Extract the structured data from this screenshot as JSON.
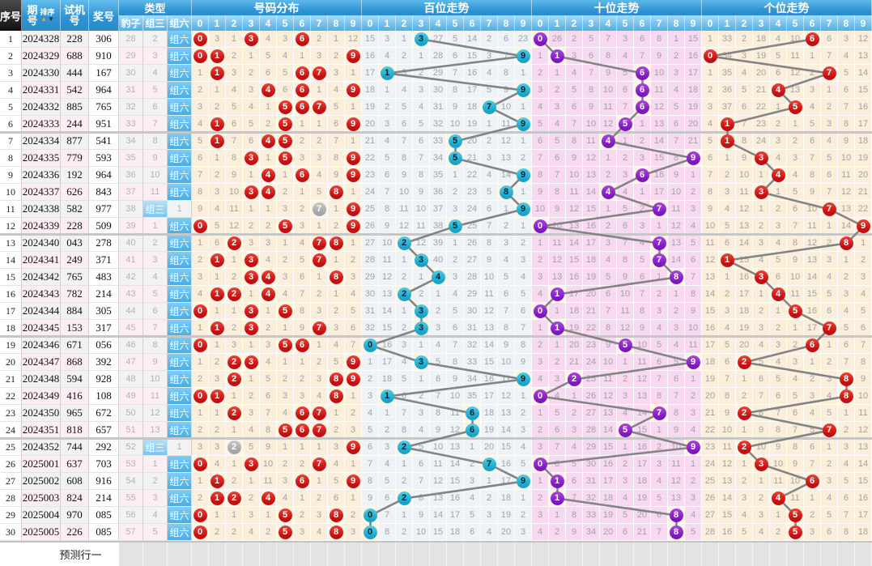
{
  "header": {
    "seq": "序号",
    "issue": "期号",
    "sort": "排序",
    "sort_up": "▲",
    "sort_down": "▼",
    "test": "试机号",
    "test_lines": [
      "试机",
      "号"
    ],
    "issue_lines": [
      "期",
      "号"
    ],
    "prize": "奖号",
    "type": "类型",
    "type_cols": [
      "豹子",
      "组三",
      "组六"
    ],
    "digits": [
      "0",
      "1",
      "2",
      "3",
      "4",
      "5",
      "6",
      "7",
      "8",
      "9"
    ],
    "sections": [
      {
        "key": "dist",
        "title": "号码分布"
      },
      {
        "key": "bai",
        "title": "百位走势"
      },
      {
        "key": "shi",
        "title": "十位走势"
      },
      {
        "key": "ge",
        "title": "个位走势"
      }
    ]
  },
  "rows": [
    {
      "seq": "1",
      "issue": "2024328",
      "test": "228",
      "prize": "306",
      "type": "组六"
    },
    {
      "seq": "2",
      "issue": "2024329",
      "test": "688",
      "prize": "910",
      "type": "组六"
    },
    {
      "seq": "3",
      "issue": "2024330",
      "test": "444",
      "prize": "167",
      "type": "组六"
    },
    {
      "seq": "4",
      "issue": "2024331",
      "test": "542",
      "prize": "964",
      "type": "组六"
    },
    {
      "seq": "5",
      "issue": "2024332",
      "test": "885",
      "prize": "765",
      "type": "组六"
    },
    {
      "seq": "6",
      "issue": "2024333",
      "test": "244",
      "prize": "951",
      "type": "组六"
    },
    {
      "seq": "7",
      "issue": "2024334",
      "test": "877",
      "prize": "541",
      "type": "组六"
    },
    {
      "seq": "8",
      "issue": "2024335",
      "test": "779",
      "prize": "593",
      "type": "组六"
    },
    {
      "seq": "9",
      "issue": "2024336",
      "test": "192",
      "prize": "964",
      "type": "组六"
    },
    {
      "seq": "10",
      "issue": "2024337",
      "test": "626",
      "prize": "843",
      "type": "组六"
    },
    {
      "seq": "11",
      "issue": "2024338",
      "test": "582",
      "prize": "977",
      "type": "组三"
    },
    {
      "seq": "12",
      "issue": "2024339",
      "test": "228",
      "prize": "509",
      "type": "组六"
    },
    {
      "seq": "13",
      "issue": "2024340",
      "test": "043",
      "prize": "278",
      "type": "组六"
    },
    {
      "seq": "14",
      "issue": "2024341",
      "test": "249",
      "prize": "371",
      "type": "组六"
    },
    {
      "seq": "15",
      "issue": "2024342",
      "test": "765",
      "prize": "483",
      "type": "组六"
    },
    {
      "seq": "16",
      "issue": "2024343",
      "test": "782",
      "prize": "214",
      "type": "组六"
    },
    {
      "seq": "17",
      "issue": "2024344",
      "test": "884",
      "prize": "305",
      "type": "组六"
    },
    {
      "seq": "18",
      "issue": "2024345",
      "test": "153",
      "prize": "317",
      "type": "组六"
    },
    {
      "seq": "19",
      "issue": "2024346",
      "test": "671",
      "prize": "056",
      "type": "组六"
    },
    {
      "seq": "20",
      "issue": "2024347",
      "test": "868",
      "prize": "392",
      "type": "组六"
    },
    {
      "seq": "21",
      "issue": "2024348",
      "test": "594",
      "prize": "928",
      "type": "组六"
    },
    {
      "seq": "22",
      "issue": "2024349",
      "test": "416",
      "prize": "108",
      "type": "组六"
    },
    {
      "seq": "23",
      "issue": "2024350",
      "test": "965",
      "prize": "672",
      "type": "组六"
    },
    {
      "seq": "24",
      "issue": "2024351",
      "test": "818",
      "prize": "657",
      "type": "组六"
    },
    {
      "seq": "25",
      "issue": "2024352",
      "test": "744",
      "prize": "292",
      "type": "组三"
    },
    {
      "seq": "26",
      "issue": "2025001",
      "test": "637",
      "prize": "703",
      "type": "组六"
    },
    {
      "seq": "27",
      "issue": "2025002",
      "test": "608",
      "prize": "916",
      "type": "组六"
    },
    {
      "seq": "28",
      "issue": "2025003",
      "test": "824",
      "prize": "214",
      "type": "组六"
    },
    {
      "seq": "29",
      "issue": "2025004",
      "test": "970",
      "prize": "085",
      "type": "组六"
    },
    {
      "seq": "30",
      "issue": "2025005",
      "test": "226",
      "prize": "085",
      "type": "组六"
    }
  ],
  "omission_seeds_before_first_row": {
    "dist": [
      0,
      2,
      0,
      0,
      3,
      2,
      0,
      1,
      0,
      11
    ],
    "bai": [
      14,
      2,
      0,
      0,
      26,
      4,
      13,
      1,
      5,
      22
    ],
    "shi": [
      0,
      25,
      1,
      4,
      6,
      2,
      5,
      7,
      0,
      14
    ],
    "ge": [
      0,
      32,
      1,
      17,
      3,
      9,
      0,
      5,
      2,
      11
    ],
    "baozi": 27,
    "zusan": 1
  },
  "footer": {
    "label": "预测行一"
  },
  "colors": {
    "header_blue": "#3093d3",
    "header_dark": "#1a1a1a",
    "ball_red": "#d21c1c",
    "ball_cyan": "#1fadd2",
    "ball_purple": "#8e23cd",
    "ball_gray": "#b4b4b4",
    "trend_line": "#848484",
    "dist_bg": "#fbeeda",
    "bai_bg": "#edf3f7",
    "shi_bg": "#f8d9f2",
    "ge_bg": "#fbeeda",
    "stripe_pink": "#fceef2",
    "stripe_gray": "#f2f2f2"
  }
}
